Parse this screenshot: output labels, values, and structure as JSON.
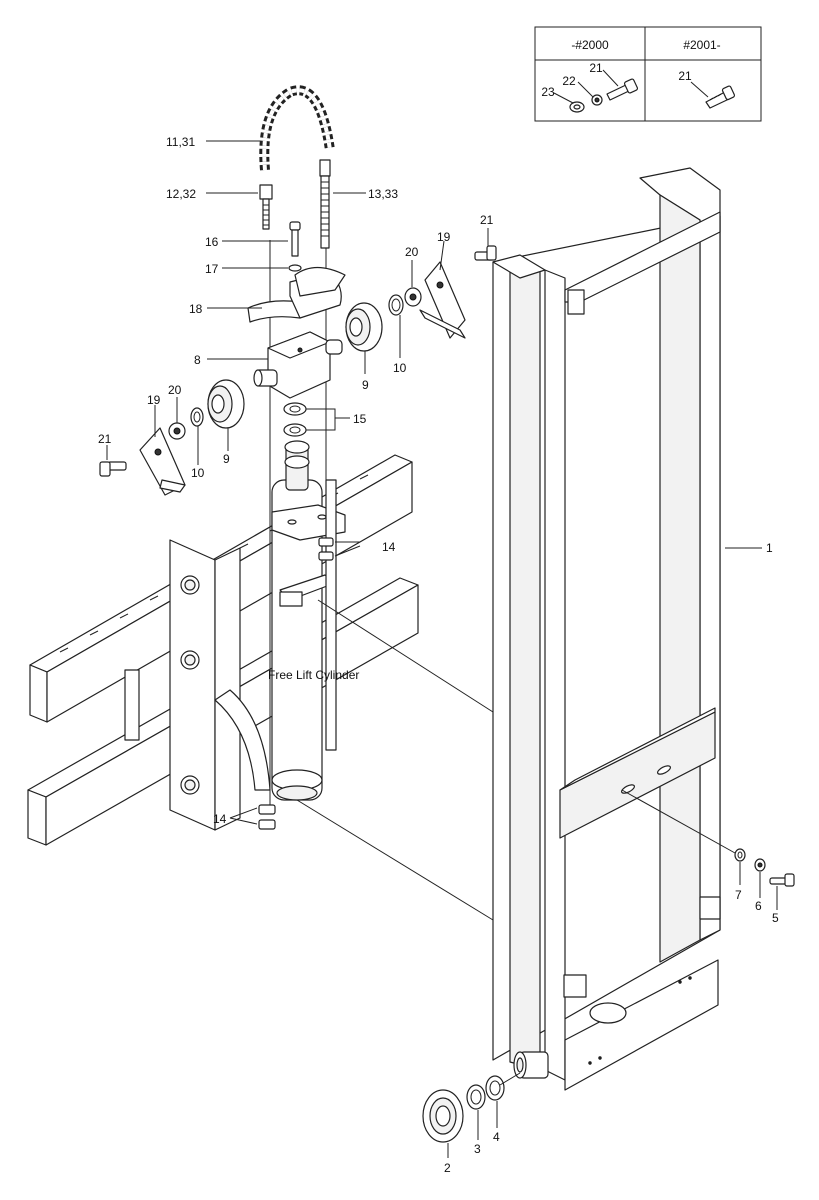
{
  "variant_table": {
    "headers": [
      "-#2000",
      "#2001-"
    ],
    "left_labels": [
      "21",
      "22",
      "23"
    ],
    "right_labels": [
      "21"
    ]
  },
  "callouts": {
    "c11_31": "11,31",
    "c12_32": "12,32",
    "c13_33": "13,33",
    "c16": "16",
    "c17": "17",
    "c18": "18",
    "c8": "8",
    "c9a": "9",
    "c9b": "9",
    "c10a": "10",
    "c10b": "10",
    "c19a": "19",
    "c19b": "19",
    "c20a": "20",
    "c20b": "20",
    "c21a": "21",
    "c21b": "21",
    "c15": "15",
    "c14a": "14",
    "c14b": "14",
    "c1": "1",
    "c2": "2",
    "c3": "3",
    "c4": "4",
    "c5": "5",
    "c6": "6",
    "c7": "7"
  },
  "cylinder_label": "Free Lift Cylinder"
}
